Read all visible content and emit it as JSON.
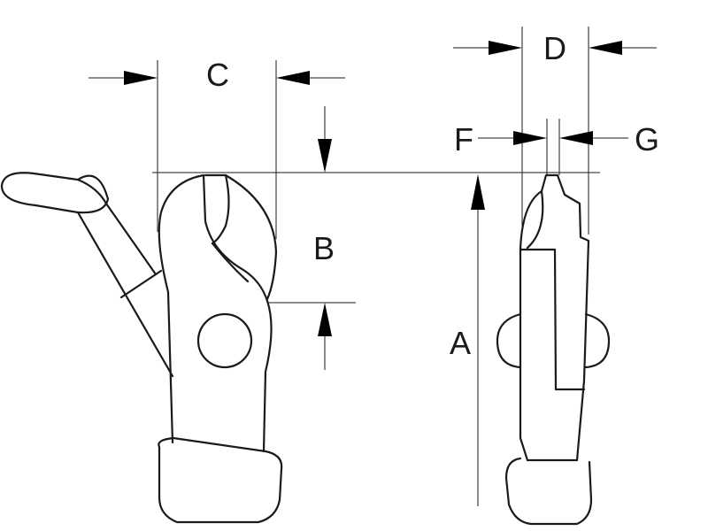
{
  "labels": {
    "a": "A",
    "b": "B",
    "c": "C",
    "d": "D",
    "f": "F",
    "g": "G"
  },
  "colors": {
    "line": "#1a1a1a",
    "arrow": "#000000",
    "background": "#ffffff"
  }
}
